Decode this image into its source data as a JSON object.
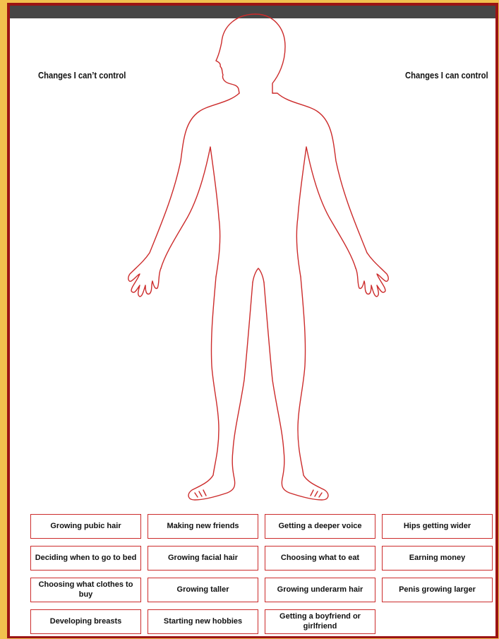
{
  "labels": {
    "cant_control": "Changes I can’t control",
    "can_control": "Changes I can control"
  },
  "cards": [
    "Growing pubic hair",
    "Making new friends",
    "Getting a deeper voice",
    "Hips getting wider",
    "Deciding when to go to bed",
    "Growing facial hair",
    "Choosing what to eat",
    "Earning money",
    "Choosing what clothes to buy",
    "Growing taller",
    "Growing underarm hair",
    "Penis growing larger",
    "Developing breasts",
    "Starting new hobbies",
    "Getting a boyfriend or girlfriend"
  ],
  "colors": {
    "background": "#f2c14e",
    "frame_border": "#9b1414",
    "top_bar": "#464646",
    "outline_red": "#cc2b2b"
  },
  "figure": {
    "icon": "human-body-outline-icon"
  }
}
